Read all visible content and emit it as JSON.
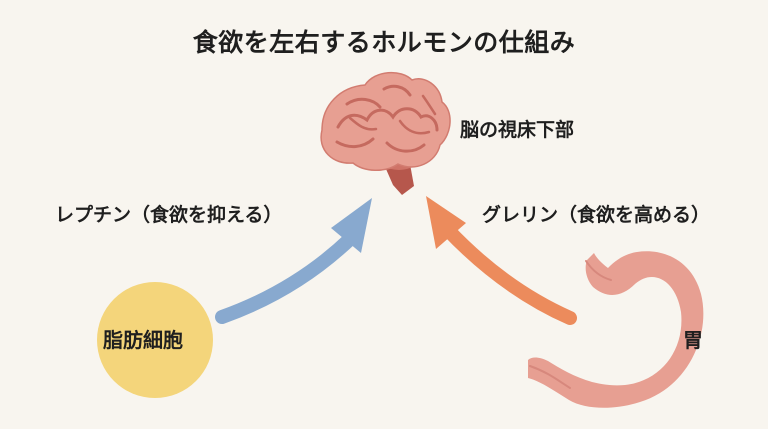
{
  "diagram": {
    "title": "食欲を左右するホルモンの仕組み",
    "brain_label": "脳の視床下部",
    "leptin_label": "レプチン（食欲を抑える）",
    "ghrelin_label": "グレリン（食欲を高める）",
    "fat_cells_label": "脂肪細胞",
    "stomach_label": "胃"
  },
  "colors": {
    "background": "#f8f5ef",
    "leptin_arrow": "#88a9cf",
    "ghrelin_arrow": "#ec8b5c",
    "fat_cells": "#f4d57b",
    "brain": "#e79f92",
    "stomach": "#e79f92"
  }
}
